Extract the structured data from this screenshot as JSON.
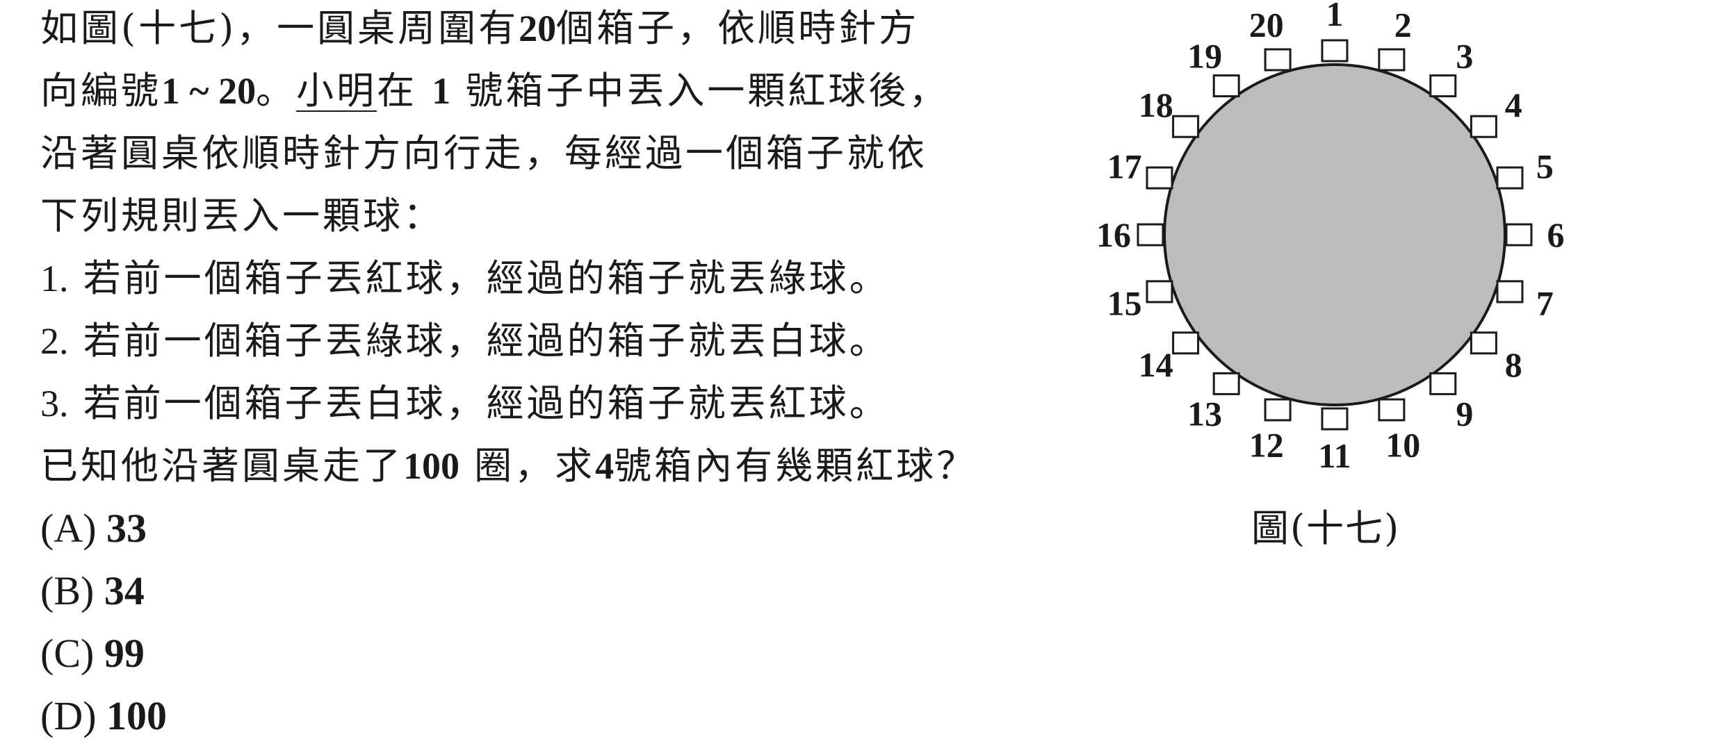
{
  "problem": {
    "p1": "如圖(十七)，一圓桌周圍有",
    "p1_num": "20",
    "p1_rest": "個箱子，依順時針方",
    "p2": "向編號",
    "p2_range": "1 ~ 20",
    "p2_mid": "。",
    "p2_name": "小明",
    "p2_at": "在",
    "p2_box": "1",
    "p2_rest": "號箱子中丟入一顆紅球後，",
    "p3": "沿著圓桌依順時針方向行走，每經過一個箱子就依",
    "p4": "下列規則丟入一顆球：",
    "rule1_num": "1.",
    "rule1": "若前一個箱子丟紅球，經過的箱子就丟綠球。",
    "rule2_num": "2.",
    "rule2": "若前一個箱子丟綠球，經過的箱子就丟白球。",
    "rule3_num": "3.",
    "rule3": "若前一個箱子丟白球，經過的箱子就丟紅球。",
    "q_pre": "已知他沿著圓桌走了",
    "q_laps": "100",
    "q_mid": "圈，求",
    "q_box": "4",
    "q_rest": "號箱內有幾顆紅球？"
  },
  "options": [
    {
      "label": "(A)",
      "value": "33"
    },
    {
      "label": "(B)",
      "value": "34"
    },
    {
      "label": "(C)",
      "value": "99"
    },
    {
      "label": "(D)",
      "value": "100"
    }
  ],
  "figure": {
    "caption": "圖(十七)",
    "box_labels": [
      "1",
      "2",
      "3",
      "4",
      "5",
      "6",
      "7",
      "8",
      "9",
      "10",
      "11",
      "12",
      "13",
      "14",
      "15",
      "16",
      "17",
      "18",
      "19",
      "20"
    ],
    "table_color": "#bcbcbc"
  }
}
